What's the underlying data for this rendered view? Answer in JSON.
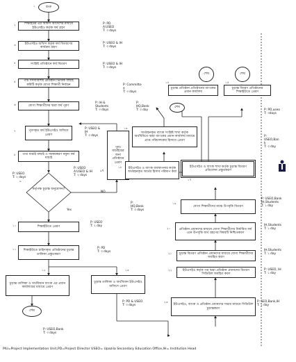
{
  "start": {
    "label": "শুরু",
    "num": "১"
  },
  "left_boxes": [
    {
      "id": "b2",
      "num": "২",
      "text": "শিক্ষাইউর এর অফিস আদেশের মাধ্যমে ইউএসইও কর্তৃক ফর্ম গ্রহণ"
    },
    {
      "id": "b3",
      "num": "৩",
      "text": "ইউএসইও অফিস কর্তৃক ফর্ম বিতরণের কার্যক্রম গ্রহণ"
    },
    {
      "id": "b4",
      "num": "৪",
      "text": "সংশ্লিষ্ট প্রতিষ্ঠানে ফর্ম বিতরণ"
    },
    {
      "id": "b5",
      "num": "৫",
      "text": "পাঁচ সদস্যবিশিষ্ট প্রতিষ্ঠান ভিত্তিক বাছাই কমিটি কর্তৃক যোগ্য শিক্ষার্থী নির্বাচন"
    },
    {
      "id": "b6",
      "num": "৬",
      "text": "যোগ্য শিক্ষার্থীদের দ্বারা ফর্ম পূরণ"
    },
    {
      "id": "b7",
      "num": "৭",
      "text": "পূরণকৃত ফর্ম ইউএসইও অফিসে প্রেরণ"
    },
    {
      "id": "b8",
      "num": "৮",
      "text": "তথ্য যাচাই বাছাই ও সমন্বয়করণ নমুনা ফর্ম যাচাই"
    },
    {
      "id": "b10",
      "num": "১০",
      "text": "শিক্ষাইউতে প্রেরণ"
    },
    {
      "id": "b11",
      "num": "১১",
      "text": "শিক্ষাইউতে চাহিদাকৃত প্রতিষ্ঠানের চূড়ান্ত তালিকা প্রস্তুতকরণ"
    },
    {
      "id": "b12",
      "num": "১২",
      "text": "চূড়ান্ত তালিকা ও অর্থবিধান ব্যাংক এর প্রধান কার্যালয়ের মাধ্যমে প্রেরণ"
    },
    {
      "id": "b13",
      "num": "১৩",
      "text": "চূড়ান্ত তালিকা ও অর্থবিধান ইউএসইও অফিসে প্রেরণ"
    }
  ],
  "decision": {
    "num": "৯",
    "text": "কর্তৃপক্ষ চূড়ান্ত অনুমোদন?",
    "yes": "Yes",
    "no": "NO"
  },
  "mid_box": {
    "num": "৯খ",
    "text": "পুনঃ যাচাইয়ের জন্য প্রতিষ্ঠানে প্রেরণ"
  },
  "right_boxes": [
    {
      "id": "r14",
      "num": "১৪",
      "text": "চূড়ান্ত প্রতিষ্ঠান প্রতিষ্ঠানের ব্যাংকের প্রধান কার্যালয়"
    },
    {
      "id": "r15",
      "num": "১৫",
      "text": "চূড়ান্ত বিবরণ প্রতিষ্ঠানের শিক্ষাইউতে প্রেরণ"
    },
    {
      "id": "r16",
      "num": "১৬",
      "text": "অর্থবহনকৃত ব্যাংক সংশ্লিষ্ট শাখা কর্তৃক অর্থবিধিতে দ্বারা ব্যাংকের প্রধান কার্যালয় মাধ্যমে প্রাপ্ত পরিচালকের হিসাবে প্রেরণ"
    },
    {
      "id": "r17",
      "num": "১৭",
      "text": "ইউএসইও ও ব্যাংক শাখা কর্তৃক চূড়ান্ত বিতরণ প্রতিবেদন প্রস্তুতকরণ"
    },
    {
      "id": "r18",
      "num": "১৮",
      "text": "ইউএসইও ও ব্যাংক ব্যবস্থাপনার কর্তৃক অর্থবহনকৃত অর্থের হিসাব পরিমাপ করা"
    },
    {
      "id": "r19",
      "num": "১৯",
      "text": "যোগ্য শিক্ষার্থীদের মাঝে উপবৃত্তি বিতরণ"
    },
    {
      "id": "r20",
      "num": "২০",
      "text": "প্রতিষ্ঠান প্রধানদের মাধ্যমে যোগ্য শিক্ষার্থীদের নির্ধারিত ফর্ম এনে উপবৃত্তি অর্থ গ্রহণের বিষয়টি নিশ্চিতকরণ"
    },
    {
      "id": "r21",
      "num": "২১",
      "text": "চূড়ান্ত বিতরণ প্রতিষ্ঠান প্রধানদের মাধ্যমে যোগ্য শিক্ষার্থীদের অবহিত করণ"
    },
    {
      "id": "r22",
      "num": "২২",
      "text": "ইউএসইও কর্তৃক পত্র দ্বারা প্রতিষ্ঠান প্রধানদের বিতরণ সিডিউল অবহিত করণ"
    },
    {
      "id": "r23",
      "num": "২৩",
      "text": "ইউএসইও, ব্যাংক ও প্রতিষ্ঠান প্রধানদের সভার মাধ্যমে সিডিউল চূড়ান্তকরণ"
    }
  ],
  "end_label": "শেষ",
  "responsibility": [
    {
      "id": "t1",
      "text": "P: PD\nA:USEO\nT: ৩ days"
    },
    {
      "id": "t2",
      "text": "P: USEO & IH\nT: ৩ days"
    },
    {
      "id": "t3",
      "text": "P: USEO & IH\nT: ৩ days"
    },
    {
      "id": "t4",
      "text": "P: Committe\ne\nT: ৩ days"
    },
    {
      "id": "t5",
      "text": "P: IH &\nStudents\nT: ৩ days"
    },
    {
      "id": "t6",
      "text": "P: USEO &\nIH\nT: ৩ days"
    },
    {
      "id": "t7",
      "text": "P: USEO\nT: ২ days"
    },
    {
      "id": "t8",
      "text": "P: USEO\nA:USEO & IH\nT: ২ days"
    },
    {
      "id": "t9",
      "text": "P: USEO\nT: ২ day"
    },
    {
      "id": "t10",
      "text": "P: PD\nT: ৩ days"
    },
    {
      "id": "t11",
      "text": "P: USEO,Bank\nT: ৩ days"
    },
    {
      "id": "t12",
      "text": "P: PD & USEO\nT: ৩ days"
    },
    {
      "id": "t13",
      "text": "P:\nHQ,Bank\nT: ৩ day"
    },
    {
      "id": "t14",
      "text": "P:\nHQ,Bank\nT: ৩ days"
    },
    {
      "id": "t15",
      "text": "P:\nUSEO,Ban\nk\nT: ৩ day"
    },
    {
      "id": "t16",
      "text": "P: PD,useo\nT: ৩days"
    },
    {
      "id": "t17",
      "text": "P: USEO,Bank\nIH,Students\nT: ১ day"
    },
    {
      "id": "t18",
      "text": "IH,Students\nT: ১ day"
    },
    {
      "id": "t19",
      "text": "IH,Students\nT: ১ day"
    },
    {
      "id": "t20",
      "text": "P: USEO, IH\nT: ১ day"
    },
    {
      "id": "t21",
      "text": "P: SEO,Bank,IH\nT: ১ day"
    }
  ],
  "footer": "PIU=Project Implementation Unit,PD=Project Director USEO= Upazila Secondary Education Office,IH= Institution Head"
}
